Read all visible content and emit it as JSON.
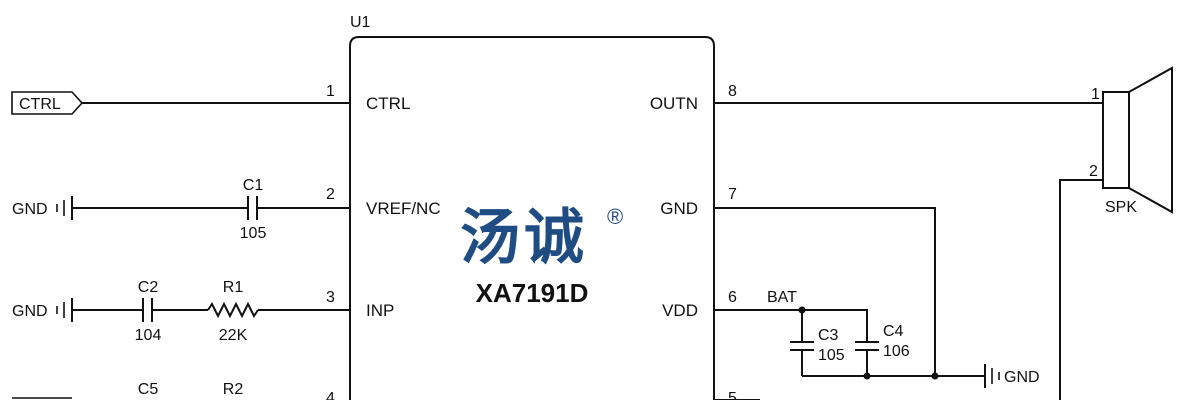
{
  "ic": {
    "ref": "U1",
    "part": "XA7191D",
    "brand": "汤诚",
    "brand_mark": "®",
    "brand_color": "#1f4c83"
  },
  "pins": [
    {
      "num": "1",
      "name": "CTRL"
    },
    {
      "num": "2",
      "name": "VREF/NC"
    },
    {
      "num": "3",
      "name": "INP"
    },
    {
      "num": "4",
      "name": ""
    },
    {
      "num": "8",
      "name": "OUTN"
    },
    {
      "num": "7",
      "name": "GND"
    },
    {
      "num": "6",
      "name": "VDD"
    },
    {
      "num": "5",
      "name": ""
    }
  ],
  "ports": {
    "ctrl": "CTRL",
    "gnd": "GND",
    "bat": "BAT"
  },
  "components": {
    "c1": {
      "ref": "C1",
      "value": "105"
    },
    "c2": {
      "ref": "C2",
      "value": "104"
    },
    "r1": {
      "ref": "R1",
      "value": "22K"
    },
    "c3": {
      "ref": "C3",
      "value": "105"
    },
    "c4": {
      "ref": "C4",
      "value": "106"
    },
    "c5": {
      "ref": "C5"
    },
    "r2": {
      "ref": "R2"
    }
  },
  "speaker": {
    "ref": "SPK",
    "pin1": "1",
    "pin2": "2"
  },
  "colors": {
    "wire": "#111111",
    "background": "#ffffff"
  }
}
